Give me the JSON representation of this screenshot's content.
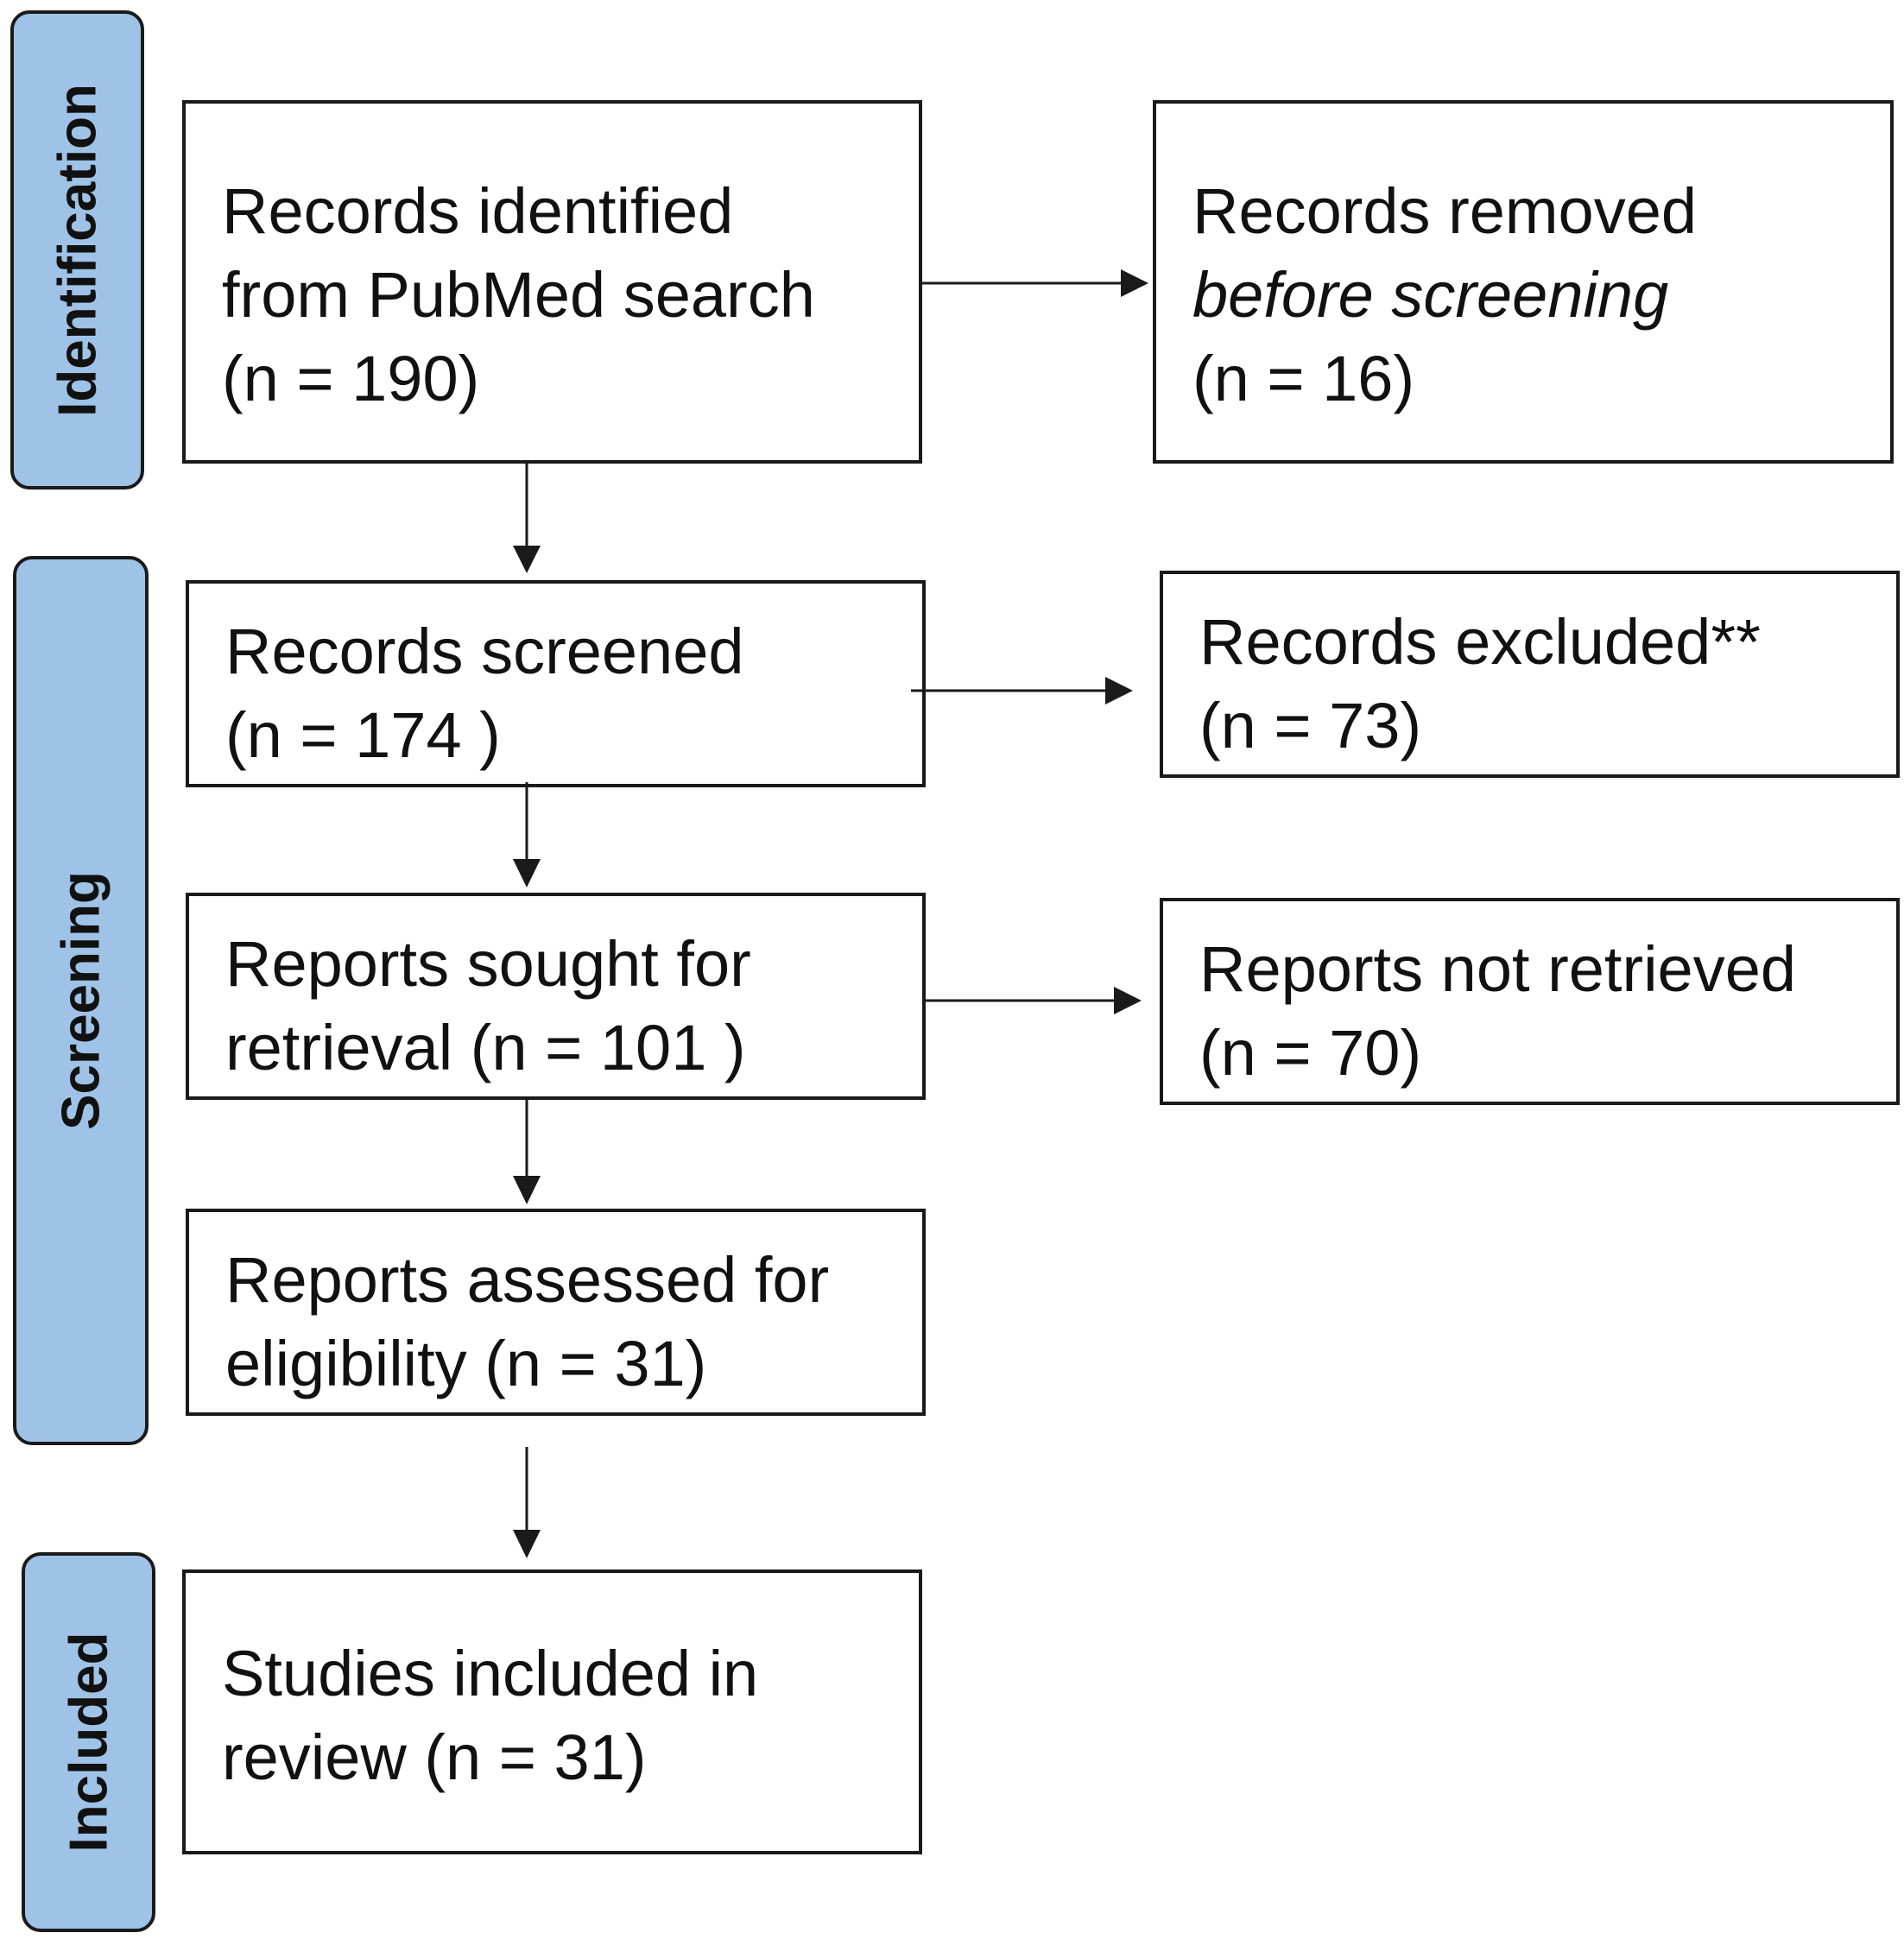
{
  "phases": {
    "identification": "Identification",
    "screening": "Screening",
    "included": "Included"
  },
  "boxes": {
    "identified": {
      "line1": "Records identified",
      "line2": "from PubMed search",
      "line3": "(n = 190)"
    },
    "removed": {
      "line1": "Records removed",
      "line2": "before screening",
      "line3": "(n = 16)"
    },
    "screened": {
      "line1": "Records screened",
      "line2": "(n = 174 )"
    },
    "excluded": {
      "line1": "Records excluded**",
      "line2": "(n = 73)"
    },
    "sought": {
      "line1": "Reports sought for",
      "line2": "retrieval (n = 101 )"
    },
    "not_retrieved": {
      "line1": "Reports not retrieved",
      "line2": "(n = 70)"
    },
    "assessed": {
      "line1": "Reports assessed for",
      "line2": "eligibility (n = 31)"
    },
    "included": {
      "line1": "Studies included in",
      "line2": "review (n = 31)"
    }
  },
  "colors": {
    "phase_fill": "#9fc3e6",
    "line": "#1a1a1a"
  }
}
